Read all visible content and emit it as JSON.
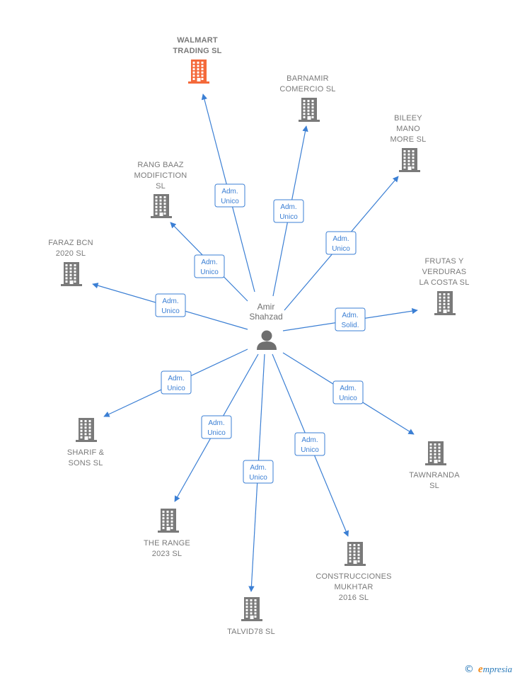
{
  "center": {
    "name_lines": [
      "Amir",
      "Shahzad"
    ],
    "icon": "person-icon"
  },
  "colors": {
    "edge": "#3b7fd4",
    "building": "#7a7a7a",
    "highlight": "#f4693a"
  },
  "companies": [
    {
      "id": "walmart-trading",
      "lines": [
        "WALMART",
        "TRADING  SL"
      ],
      "role": [
        "Adm.",
        "Unico"
      ],
      "highlight": true,
      "icon": "building-icon"
    },
    {
      "id": "barnamir-comercio",
      "lines": [
        "BARNAMIR",
        "COMERCIO  SL"
      ],
      "role": [
        "Adm.",
        "Unico"
      ],
      "highlight": false,
      "icon": "building-icon"
    },
    {
      "id": "bileey-mano-more",
      "lines": [
        "BILEEY",
        "MANO",
        "MORE  SL"
      ],
      "role": [
        "Adm.",
        "Unico"
      ],
      "highlight": false,
      "icon": "building-icon"
    },
    {
      "id": "rang-baaz-modifiction",
      "lines": [
        "RANG BAAZ",
        "MODIFICTION",
        "SL"
      ],
      "role": [
        "Adm.",
        "Unico"
      ],
      "highlight": false,
      "icon": "building-icon"
    },
    {
      "id": "faraz-bcn-2020",
      "lines": [
        "FARAZ BCN",
        "2020  SL"
      ],
      "role": [
        "Adm.",
        "Unico"
      ],
      "highlight": false,
      "icon": "building-icon"
    },
    {
      "id": "frutas-y-verduras",
      "lines": [
        "FRUTAS Y",
        "VERDURAS",
        "LA COSTA  SL"
      ],
      "role": [
        "Adm.",
        "Solid."
      ],
      "highlight": false,
      "icon": "building-icon"
    },
    {
      "id": "sharif-sons",
      "lines": [
        "SHARIF &",
        "SONS  SL"
      ],
      "role": [
        "Adm.",
        "Unico"
      ],
      "highlight": false,
      "icon": "building-icon"
    },
    {
      "id": "tawnranda",
      "lines": [
        "TAWNRANDA",
        "SL"
      ],
      "role": [
        "Adm.",
        "Unico"
      ],
      "highlight": false,
      "icon": "building-icon"
    },
    {
      "id": "the-range-2023",
      "lines": [
        "THE RANGE",
        "2023  SL"
      ],
      "role": [
        "Adm.",
        "Unico"
      ],
      "highlight": false,
      "icon": "building-icon"
    },
    {
      "id": "construcciones-mukhtar",
      "lines": [
        "CONSTRUCCIONES",
        "MUKHTAR",
        "2016  SL"
      ],
      "role": [
        "Adm.",
        "Unico"
      ],
      "highlight": false,
      "icon": "building-icon"
    },
    {
      "id": "talvid78",
      "lines": [
        "TALVID78  SL"
      ],
      "role": [
        "Adm.",
        "Unico"
      ],
      "highlight": false,
      "icon": "building-icon"
    }
  ],
  "footer": {
    "copyright_symbol": "©",
    "brand_initial": "e",
    "brand_rest": "mpresia"
  }
}
